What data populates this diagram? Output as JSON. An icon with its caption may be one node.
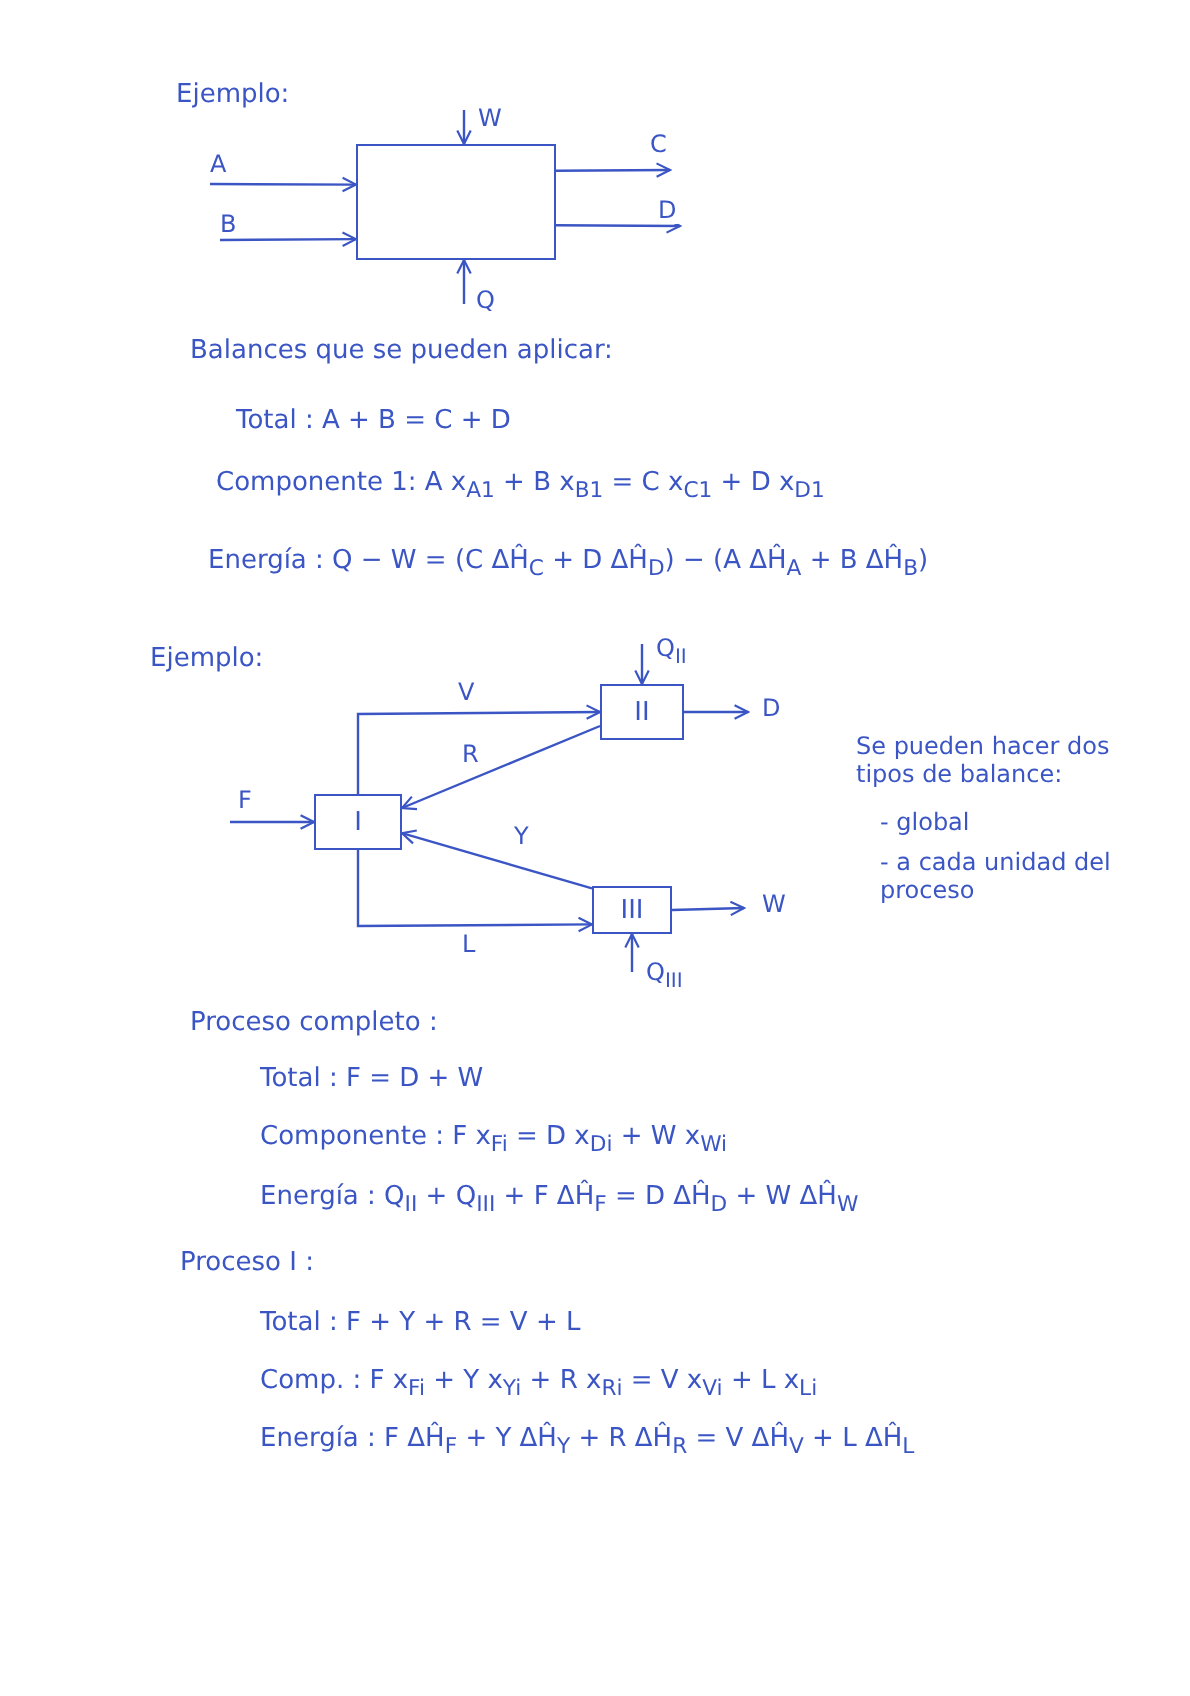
{
  "diagram": {
    "nodes": [
      {
        "text": [],
        "shape": "box"
      },
      {
        "text": [
          "I"
        ]
      },
      {
        "text": [
          "II"
        ]
      },
      {
        "text": [
          "III"
        ]
      }
    ],
    "edges": [
      {
        "from": null,
        "to": 0,
        "arrow": "to",
        "label": "A"
      },
      {
        "from": null,
        "to": 0,
        "arrow": "to",
        "label": "B"
      },
      {
        "from": 0,
        "to": null,
        "arrow": "to",
        "label": "C"
      },
      {
        "from": 0,
        "to": null,
        "arrow": "to",
        "label": "D"
      },
      {
        "from": null,
        "to": 0,
        "arrow": "to",
        "label": "W"
      },
      {
        "from": null,
        "to": 0,
        "arrow": "to",
        "label": "Q"
      },
      {
        "from": null,
        "to": 1,
        "arrow": "to",
        "label": "F"
      },
      {
        "from": 1,
        "to": 2,
        "arrow": "to",
        "label": "V"
      },
      {
        "from": 2,
        "to": 1,
        "arrow": "to",
        "label": "R"
      },
      {
        "from": 3,
        "to": 1,
        "arrow": "to",
        "label": "Y"
      },
      {
        "from": 1,
        "to": 3,
        "arrow": "to",
        "label": "L"
      },
      {
        "from": null,
        "to": 2,
        "arrow": "to",
        "label": "Q$_{II}$"
      },
      {
        "from": 2,
        "to": null,
        "arrow": "to",
        "label": "D"
      },
      {
        "from": 3,
        "to": null,
        "arrow": "to",
        "label": "W"
      },
      {
        "from": null,
        "to": 3,
        "arrow": "to",
        "label": "Q$_{III}$"
      }
    ],
    "labels": [
      "Ejemplo:",
      "Balances que se pueden aplicar:",
      "Total : A + B = C + D",
      "Componente 1: A x$_{A1}$ + B x$_{B1}$ = C x$_{C1}$ + D x$_{D1}$",
      "Energía : Q − W = (C ΔĤ$_{C}$ + D ΔĤ$_{D}$) − (A ΔĤ$_{A}$ + B ΔĤ$_{B}$)",
      "Ejemplo:",
      "Se pueden hacer dos tipos de balance:",
      "- global",
      "- a cada unidad del proceso",
      "Proceso completo :",
      "Total : F = D + W",
      "Componente : F x$_{Fi}$ = D x$_{Di}$ + W x$_{Wi}$",
      "Energía : Q$_{II}$ + Q$_{III}$ + F ΔĤ$_{F}$ = D ΔĤ$_{D}$ + W ΔĤ$_{W}$",
      "Proceso I :",
      "Total : F + Y + R = V + L",
      "Comp. : F x$_{Fi}$ + Y x$_{Yi}$ + R x$_{Ri}$ = V x$_{Vi}$ + L x$_{Li}$",
      "Energía : F ΔĤ$_{F}$ + Y ΔĤ$_{Y}$ + R ΔĤ$_{R}$ = V ΔĤ$_{V}$ + L ΔĤ$_{L}$"
    ]
  }
}
